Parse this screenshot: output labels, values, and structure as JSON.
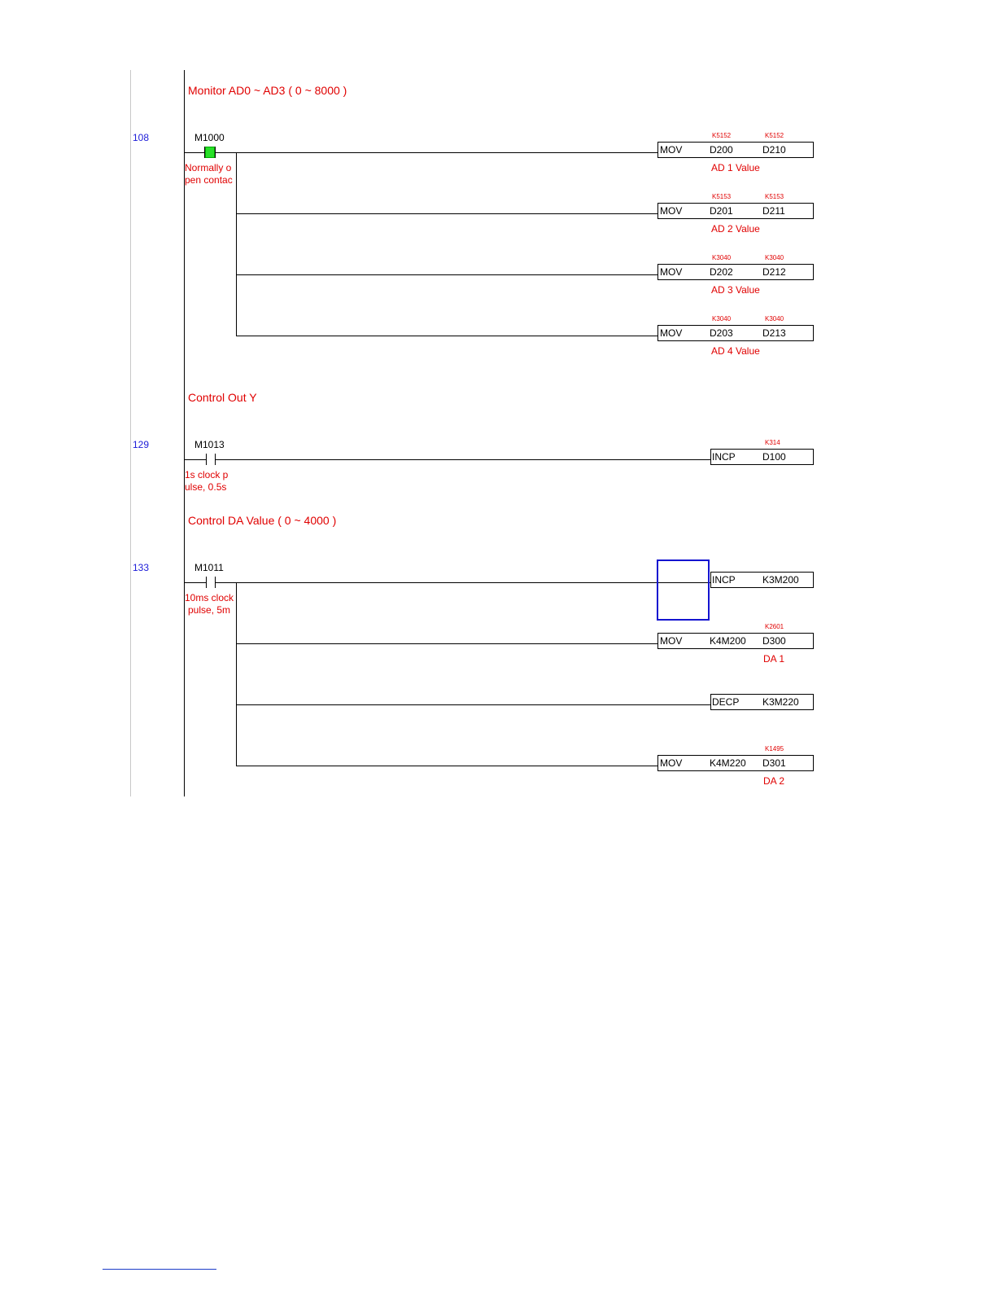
{
  "comments": {
    "c1": "Monitor AD0 ~ AD3 ( 0 ~ 8000 )",
    "c2": "Control Out Y",
    "c3": "Control DA Value ( 0 ~ 4000 )"
  },
  "rung1": {
    "step": "108",
    "contact": "M1000",
    "contact_comment": [
      "Normally o",
      "pen contac"
    ],
    "rows": [
      {
        "op": "MOV",
        "s": "D200",
        "d": "D210",
        "mon_s": "K5152",
        "mon_d": "K5152",
        "label": "AD 1 Value"
      },
      {
        "op": "MOV",
        "s": "D201",
        "d": "D211",
        "mon_s": "K5153",
        "mon_d": "K5153",
        "label": "AD 2 Value"
      },
      {
        "op": "MOV",
        "s": "D202",
        "d": "D212",
        "mon_s": "K3040",
        "mon_d": "K3040",
        "label": "AD 3 Value"
      },
      {
        "op": "MOV",
        "s": "D203",
        "d": "D213",
        "mon_s": "K3040",
        "mon_d": "K3040",
        "label": "AD 4 Value"
      }
    ]
  },
  "rung2": {
    "step": "129",
    "contact": "M1013",
    "contact_comment": [
      "1s clock p",
      "ulse, 0.5s"
    ],
    "op": "INCP",
    "d": "D100",
    "mon_d": "K314"
  },
  "rung3": {
    "step": "133",
    "contact": "M1011",
    "contact_comment": [
      "10ms clock",
      "pulse, 5m"
    ],
    "rows": [
      {
        "op": "INCP",
        "d": "K3M200"
      },
      {
        "op": "MOV",
        "s": "K4M200",
        "d": "D300",
        "mon_d": "K2601",
        "label": "DA 1"
      },
      {
        "op": "DECP",
        "d": "K3M220"
      },
      {
        "op": "MOV",
        "s": "K4M220",
        "d": "D301",
        "mon_d": "K1495",
        "label": "DA 2"
      }
    ]
  },
  "colors": {
    "comment": "#e00000",
    "step_number": "#1c1cd8",
    "contact_on": "#28e028",
    "cursor": "#1414d0"
  }
}
